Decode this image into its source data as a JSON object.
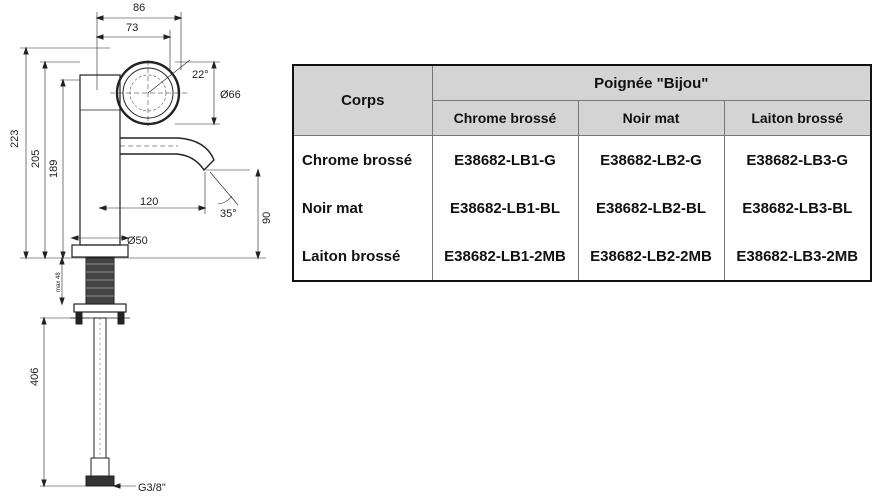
{
  "drawing": {
    "dims": {
      "d86": "86",
      "d73": "73",
      "d22": "22°",
      "d66": "Ø66",
      "d223": "223",
      "d205": "205",
      "d189": "189",
      "d120": "120",
      "d35": "35°",
      "d90": "90",
      "d50": "Ø50",
      "dmax": "max 48",
      "d406": "406",
      "g38": "G3/8\""
    }
  },
  "table": {
    "corner_label": "Corps",
    "group_header": "Poignée \"Bijou\"",
    "columns": [
      "Chrome brossé",
      "Noir mat",
      "Laiton brossé"
    ],
    "rows": [
      {
        "label": "Chrome brossé",
        "cells": [
          "E38682-LB1-G",
          "E38682-LB2-G",
          "E38682-LB3-G"
        ]
      },
      {
        "label": "Noir mat",
        "cells": [
          "E38682-LB1-BL",
          "E38682-LB2-BL",
          "E38682-LB3-BL"
        ]
      },
      {
        "label": "Laiton brossé",
        "cells": [
          "E38682-LB1-2MB",
          "E38682-LB2-2MB",
          "E38682-LB3-2MB"
        ]
      }
    ]
  }
}
